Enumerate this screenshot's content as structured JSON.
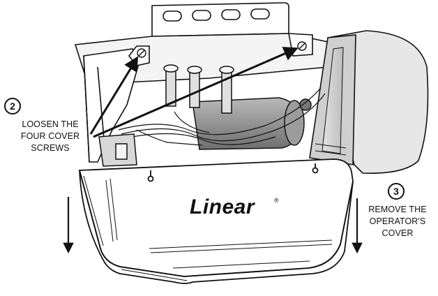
{
  "steps": [
    {
      "number": "2",
      "lines": [
        "LOOSEN THE",
        "FOUR COVER",
        "SCREWS"
      ]
    },
    {
      "number": "3",
      "lines": [
        "REMOVE THE",
        "OPERATOR'S",
        "COVER"
      ]
    }
  ],
  "brand": {
    "name": "Linear",
    "mark": "®"
  },
  "colors": {
    "line": "#111111",
    "motor_shade": "#8f8f8f",
    "panel_shade": "#d6d6d6",
    "cover_shade": "#ececec"
  }
}
